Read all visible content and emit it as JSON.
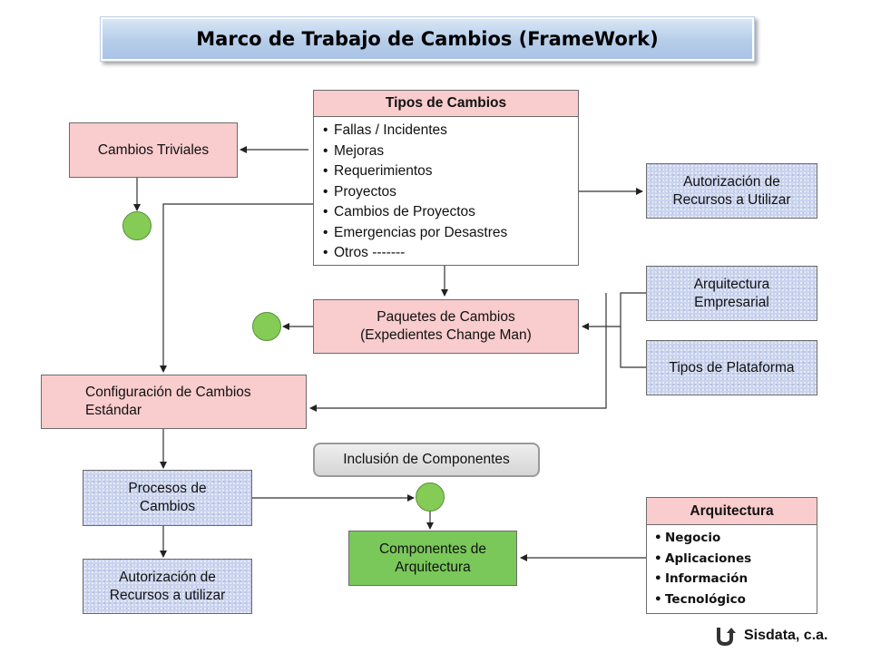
{
  "title": "Marco de Trabajo  de Cambios (FrameWork)",
  "tipos_cambios": {
    "header": "Tipos de Cambios",
    "items": [
      "Fallas / Incidentes",
      "Mejoras",
      "Requerimientos",
      "Proyectos",
      "Cambios de Proyectos",
      "Emergencias por Desastres",
      "Otros -------"
    ]
  },
  "cambios_triviales": "Cambios  Triviales",
  "autorizacion_recursos_top": "Autorización de\nRecursos a Utilizar",
  "arquitectura_empresarial": "Arquitectura\nEmpresarial",
  "paquetes_cambios": "Paquetes de Cambios\n(Expedientes Change Man)",
  "tipos_plataforma": "Tipos de Plataforma",
  "configuracion_cambios": "Configuración de Cambios\nEstándar",
  "inclusion_componentes": "Inclusión de Componentes",
  "procesos_cambios": "Procesos de\nCambios",
  "arquitectura_card": {
    "header": "Arquitectura",
    "items": [
      "Negocio",
      "Aplicaciones",
      "Información",
      "Tecnológico"
    ]
  },
  "componentes_arquitectura": "Componentes de\nArquitectura",
  "autorizacion_recursos_bottom": "Autorización de\nRecursos a utilizar",
  "footer": {
    "brand": "Sisdata, c.a.",
    "logo_icon": "sisdata-logo-icon"
  },
  "colors": {
    "pink_box": "#f9cccd",
    "blue_box": "#c9d3ee",
    "green_box": "#7ac85a",
    "green_dot": "#84cc55",
    "title_banner": "#b6cde9"
  }
}
